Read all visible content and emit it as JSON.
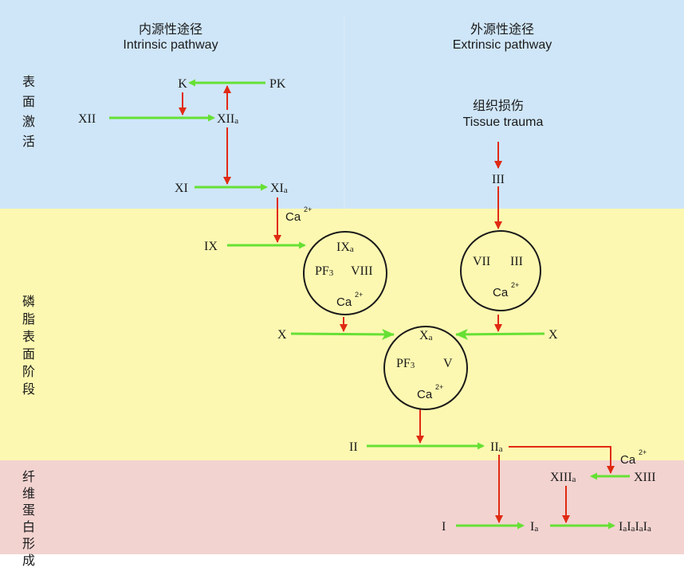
{
  "headers": {
    "intrinsic_cn": "内源性途径",
    "intrinsic_en": "Intrinsic pathway",
    "extrinsic_cn": "外源性途径",
    "extrinsic_en": "Extrinsic pathway"
  },
  "stages": {
    "surface": [
      "表",
      "面",
      "激",
      "活"
    ],
    "phospholipid": [
      "磷",
      "脂",
      "表",
      "面",
      "阶",
      "段"
    ],
    "fibrin": [
      "纤",
      "维",
      "蛋",
      "白",
      "形",
      "成"
    ]
  },
  "nodes": {
    "K": "K",
    "PK": "PK",
    "XII": "XII",
    "XIIa_main": "XII",
    "XI": "XI",
    "XIa_main": "XI",
    "IX": "IX",
    "X_left": "X",
    "X_right": "X",
    "III": "III",
    "II": "II",
    "IIa_main": "II",
    "XIII": "XIII",
    "XIIIa_main": "XIII",
    "I": "I",
    "Ia_main": "I",
    "fibrin_chain": [
      "I",
      "I",
      "I",
      "I"
    ],
    "sub_a": "a",
    "tissue_cn": "组织损伤",
    "tissue_en": "Tissue trauma"
  },
  "calcium": {
    "base": "Ca",
    "sup": "2+"
  },
  "complexes": {
    "tenase": {
      "top_main": "IX",
      "pf": "PF",
      "pf_sub": "3",
      "right": "VIII"
    },
    "extrinsic": {
      "left": "VII",
      "right": "III"
    },
    "prothrombinase": {
      "top_main": "X",
      "pf": "PF",
      "pf_sub": "3",
      "right": "V"
    }
  },
  "colors": {
    "surface_bg": "#cfe6f8",
    "phospholipid_bg": "#fdf8b1",
    "fibrin_bg": "#f2d3d0",
    "green_arrow": "#66e034",
    "red_arrow": "#e02a12",
    "text": "#1a1a1a"
  }
}
